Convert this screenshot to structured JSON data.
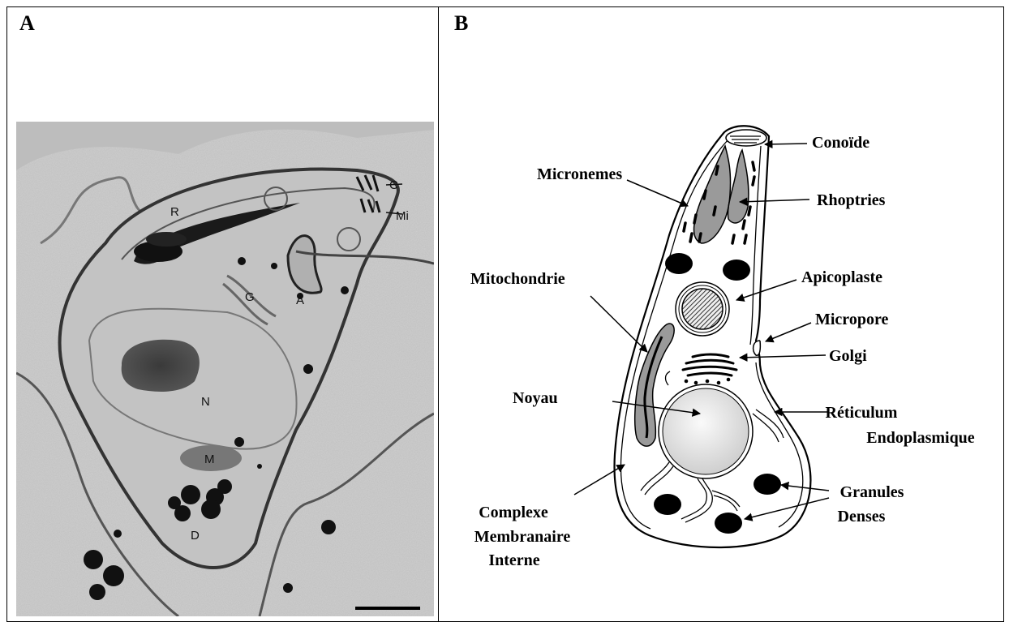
{
  "panels": {
    "a": {
      "letter": "A",
      "labels": {
        "c": "C",
        "mi": "Mi",
        "r": "R",
        "a": "A",
        "g": "G",
        "n": "N",
        "m": "M",
        "d": "D"
      }
    },
    "b": {
      "letter": "B",
      "labels": {
        "conoide": "Conoïde",
        "micronemes": "Micronemes",
        "rhoptries": "Rhoptries",
        "mitochondrie": "Mitochondrie",
        "apicoplaste": "Apicoplaste",
        "micropore": "Micropore",
        "golgi": "Golgi",
        "noyau": "Noyau",
        "reticulum_1": "Réticulum",
        "reticulum_2": "Endoplasmique",
        "granules_1": "Granules",
        "granules_2": "Denses",
        "complexe_1": "Complexe",
        "complexe_2": "Membranaire",
        "complexe_3": "Interne"
      }
    }
  }
}
